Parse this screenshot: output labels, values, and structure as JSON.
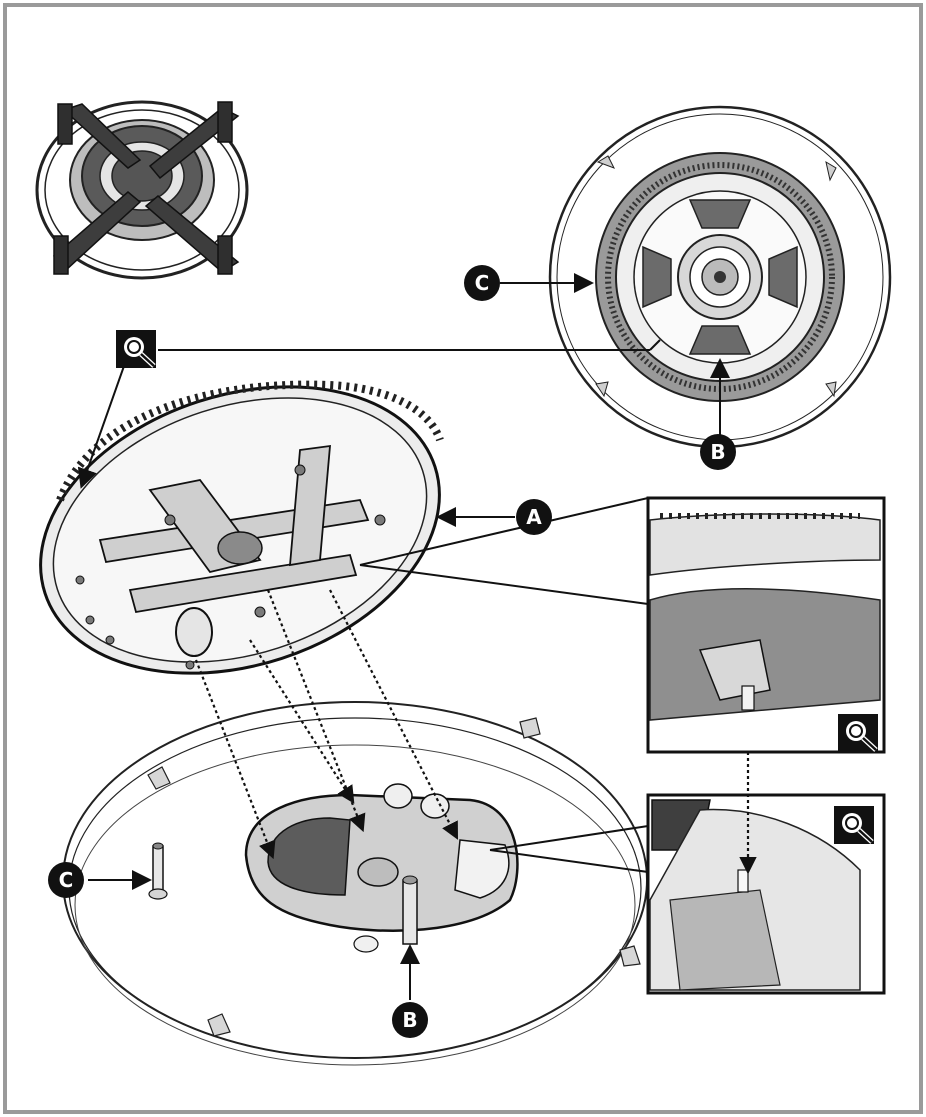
{
  "labels": {
    "a": "A",
    "b": "B",
    "c": "C"
  },
  "icons": {
    "zoom": "magnifier-icon"
  },
  "colors": {
    "frame": "#9a9a9a",
    "ink": "#111111",
    "shade": "#6e6e6e",
    "light": "#d9d9d9"
  }
}
